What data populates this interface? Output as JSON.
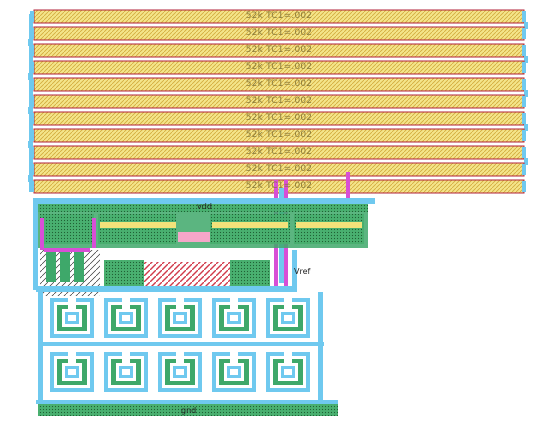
{
  "layout_view": {
    "resistor_label": "52k TC1=.002",
    "resistor_count": 11,
    "nets": {
      "vdd": "vdd",
      "vref": "Vref",
      "gnd": "gnd"
    },
    "colors": {
      "poly_fill": "#f2e27a",
      "poly_hatch": "#d7b340",
      "resistor_outline": "#b0203a",
      "metal1": "#6fc9ef",
      "metal2": "#d84fd6",
      "active": "#3ea86a",
      "nwell_dots": "#2a6e3a",
      "contact": "#ffffff"
    }
  }
}
